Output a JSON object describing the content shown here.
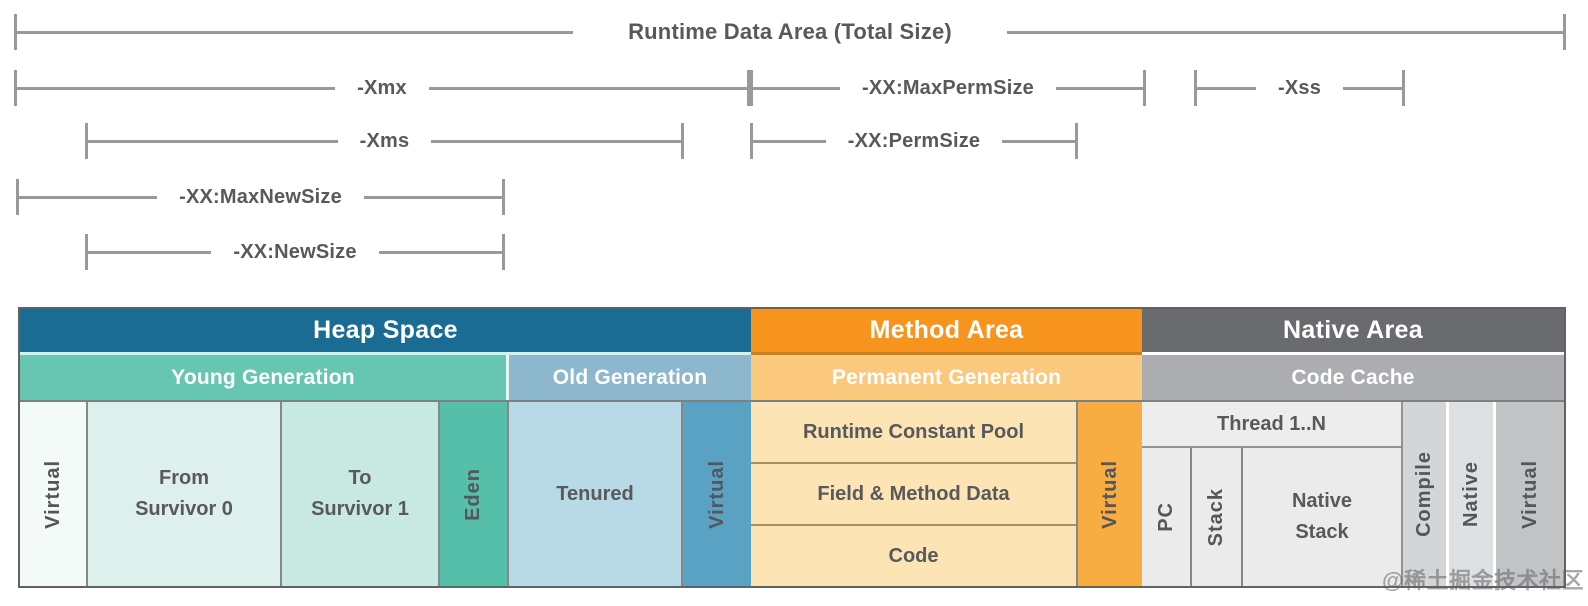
{
  "brackets": {
    "runtime_data_area": "Runtime Data Area (Total Size)",
    "xmx": "-Xmx",
    "max_perm_size": "-XX:MaxPermSize",
    "xss": "-Xss",
    "xms": "-Xms",
    "perm_size": "-XX:PermSize",
    "max_new_size": "-XX:MaxNewSize",
    "new_size": "-XX:NewSize"
  },
  "heap": {
    "title": "Heap Space",
    "young_generation": "Young Generation",
    "old_generation": "Old Generation",
    "virtual_left": "Virtual",
    "from_survivor": "From\nSurvivor 0",
    "to_survivor": "To\nSurvivor 1",
    "eden": "Eden",
    "tenured": "Tenured",
    "virtual_right": "Virtual"
  },
  "method_area": {
    "title": "Method Area",
    "permanent_generation": "Permanent Generation",
    "runtime_constant_pool": "Runtime Constant Pool",
    "field_method_data": "Field & Method Data",
    "code": "Code",
    "virtual": "Virtual"
  },
  "native_area": {
    "title": "Native Area",
    "code_cache": "Code Cache",
    "thread": "Thread 1..N",
    "pc": "PC",
    "stack": "Stack",
    "native_stack": "Native\nStack",
    "compile": "Compile",
    "native": "Native",
    "virtual": "Virtual"
  },
  "watermark": "@稀土掘金技术社区",
  "colors": {
    "heap_header": "#1a6c94",
    "young_generation": "#67c6b1",
    "old_generation": "#8db7cd",
    "method_header": "#f7941e",
    "permanent_generation": "#fac97e",
    "native_header": "#6a6b6e",
    "code_cache": "#abadb0",
    "eden": "#55bfaa",
    "tenured": "#b8d9e6",
    "virtual_blue": "#5aa2c3",
    "virtual_orange": "#f8ad42",
    "perm_cell": "#fce4b4",
    "native_cell": "#ebebec",
    "bracket_line": "#97999c",
    "text_dark": "#58595b"
  }
}
